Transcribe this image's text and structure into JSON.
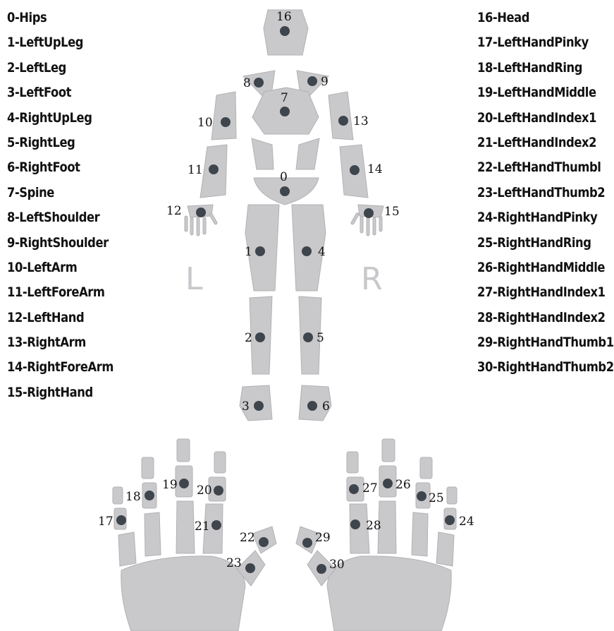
{
  "legend_left": [
    "0-Hips",
    "1-LeftUpLeg",
    "2-LeftLeg",
    "3-LeftFoot",
    "4-RightUpLeg",
    "5-RightLeg",
    "6-RightFoot",
    "7-Spine",
    "8-LeftShoulder",
    "9-RightShoulder",
    "10-LeftArm",
    "11-LeftForeArm",
    "12-LeftHand",
    "13-RightArm",
    "14-RightForeArm",
    "15-RightHand"
  ],
  "legend_right": [
    "16-Head",
    "17-LeftHandPinky",
    "18-LeftHandRing",
    "19-LeftHandMiddle",
    "20-LeftHandIndex1",
    "21-LeftHandIndex2",
    "22-LeftHandThumbl",
    "23-LeftHandThumb2",
    "24-RightHandPinky",
    "25-RightHandRing",
    "26-RightHandMiddle",
    "27-RightHandIndex1",
    "28-RightHandIndex2",
    "29-RightHandThumb1",
    "30-RightHandThumb2"
  ],
  "side_labels": {
    "left": "L",
    "right": "R"
  },
  "joint_numbers": [
    "0",
    "1",
    "2",
    "3",
    "4",
    "5",
    "6",
    "7",
    "8",
    "9",
    "10",
    "11",
    "12",
    "13",
    "14",
    "15",
    "16",
    "17",
    "18",
    "19",
    "20",
    "21",
    "22",
    "23",
    "24",
    "25",
    "26",
    "27",
    "28",
    "29",
    "30"
  ],
  "colors": {
    "body_part": "#c9c9cc",
    "joint_dot": "#3f454c",
    "text": "#111111"
  }
}
